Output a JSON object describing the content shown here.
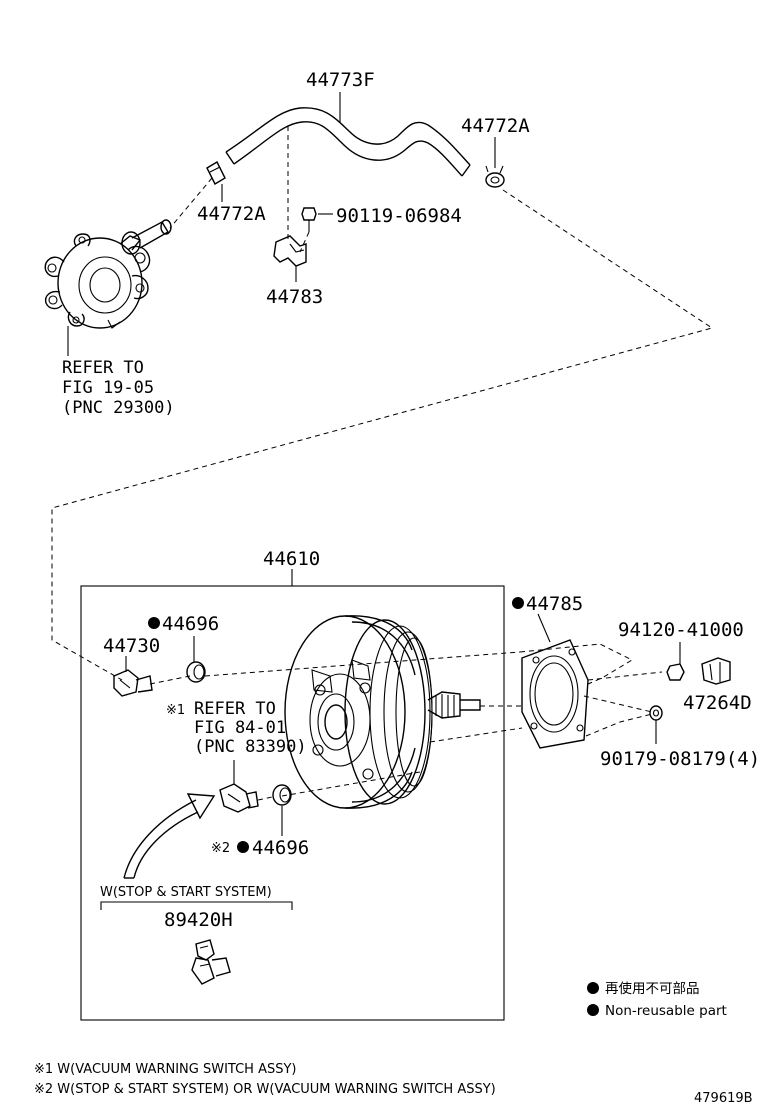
{
  "labels": {
    "hose": "44773F",
    "clip_right": "44772A",
    "clip_left": "44772A",
    "bolt": "90119-06984",
    "bracket": "44783",
    "refer_pump": [
      "REFER TO",
      "FIG 19-05",
      "(PNC 29300)"
    ],
    "booster": "44610",
    "gasket": "44785",
    "grommet_top": "44696",
    "check_valve": "44730",
    "refer_switch_mark": "※1",
    "refer_switch": [
      "REFER TO",
      "FIG 84-01",
      "(PNC 83390)"
    ],
    "grommet_bottom_mark": "※2",
    "grommet_bottom": "44696",
    "nut": "94120-41000",
    "clevis": "47264D",
    "stud_nut": "90179-08179(4)",
    "condition_box": "W(STOP & START SYSTEM)",
    "sensor": "89420H"
  },
  "legend": [
    {
      "text": "再使用不可部品"
    },
    {
      "text": "Non-reusable part"
    }
  ],
  "footnotes": [
    "※1 W(VACUUM WARNING SWITCH ASSY)",
    "※2 W(STOP & START SYSTEM) OR W(VACUUM WARNING SWITCH ASSY)"
  ],
  "figure_id": "479619B",
  "colors": {
    "ink": "#000000",
    "background": "#ffffff"
  }
}
